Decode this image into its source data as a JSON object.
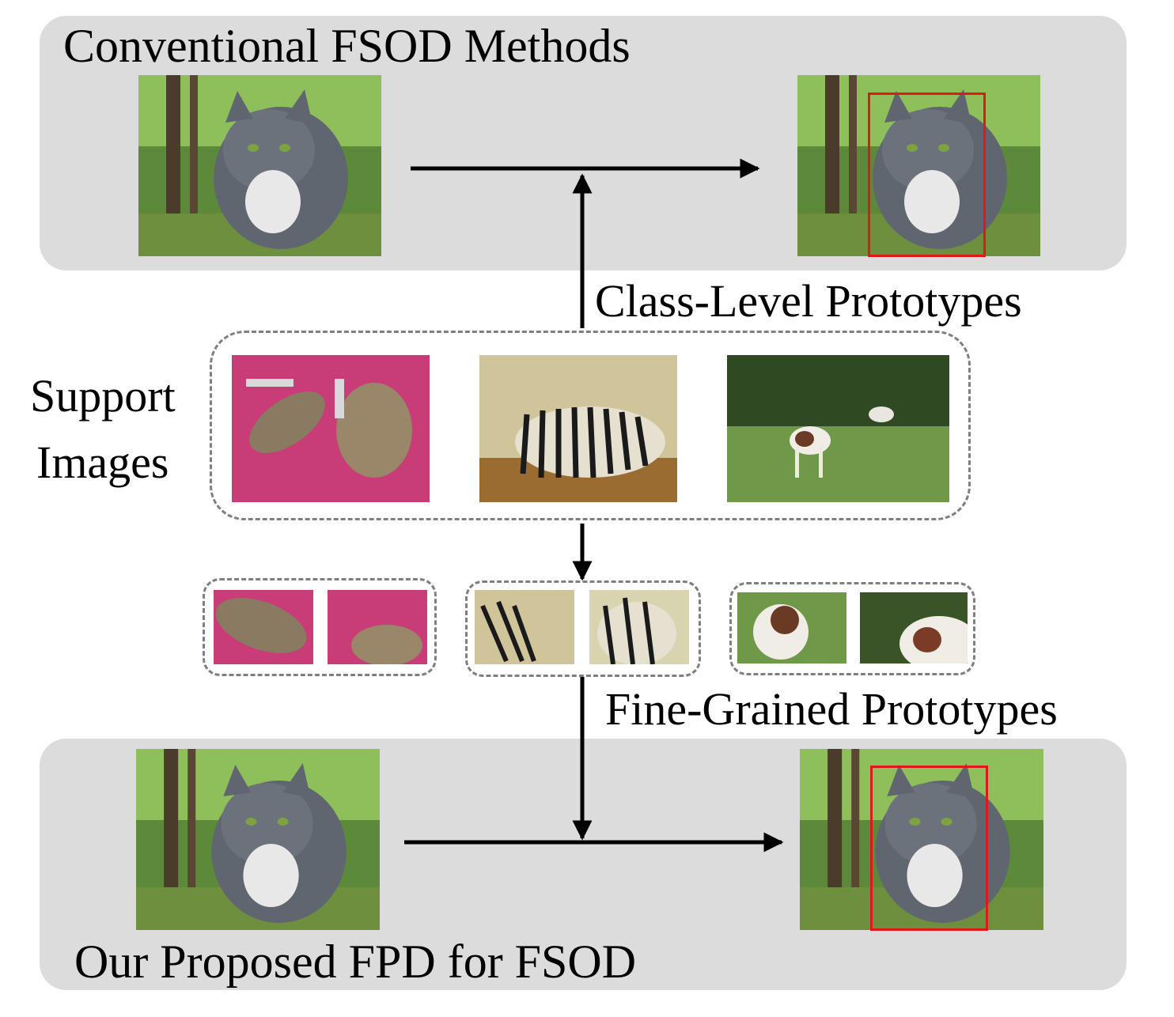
{
  "colors": {
    "panel": "#dcdcdc",
    "arrow": "#000000",
    "dashed_border": "#7f7f7f",
    "bbox": "#e0181c"
  },
  "top_panel": {
    "title": "Conventional FSOD Methods"
  },
  "bottom_panel": {
    "title": "Our Proposed FPD for FSOD"
  },
  "labels": {
    "class_level": "Class-Level Prototypes",
    "fine_grained": "Fine-Grained Prototypes",
    "support_line1": "Support",
    "support_line2": "Images"
  },
  "images": {
    "query": "cat-query-image",
    "detected": "cat-detected-image",
    "support": [
      "cats-on-pink-blanket",
      "zebras-photo",
      "horses-in-field"
    ],
    "crops": [
      "cat-crop-1",
      "cat-crop-2",
      "zebra-crop-1",
      "zebra-crop-2",
      "horse-crop-1",
      "horse-crop-2"
    ]
  }
}
